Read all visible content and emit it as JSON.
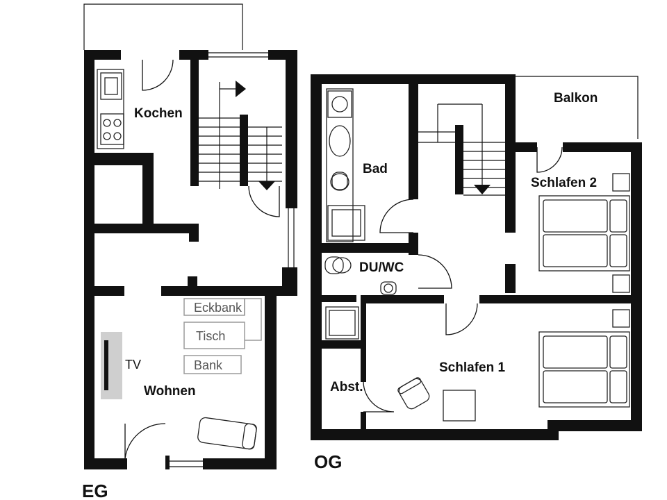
{
  "floors": {
    "eg": "EG",
    "og": "OG"
  },
  "rooms": {
    "kochen": "Kochen",
    "wohnen": "Wohnen",
    "bad": "Bad",
    "duwc": "DU/WC",
    "balkon": "Balkon",
    "schlafen1": "Schlafen 1",
    "schlafen2": "Schlafen 2",
    "abst": "Abst."
  },
  "furniture": {
    "eckbank": "Eckbank",
    "tisch": "Tisch",
    "bank": "Bank",
    "tv": "TV"
  }
}
